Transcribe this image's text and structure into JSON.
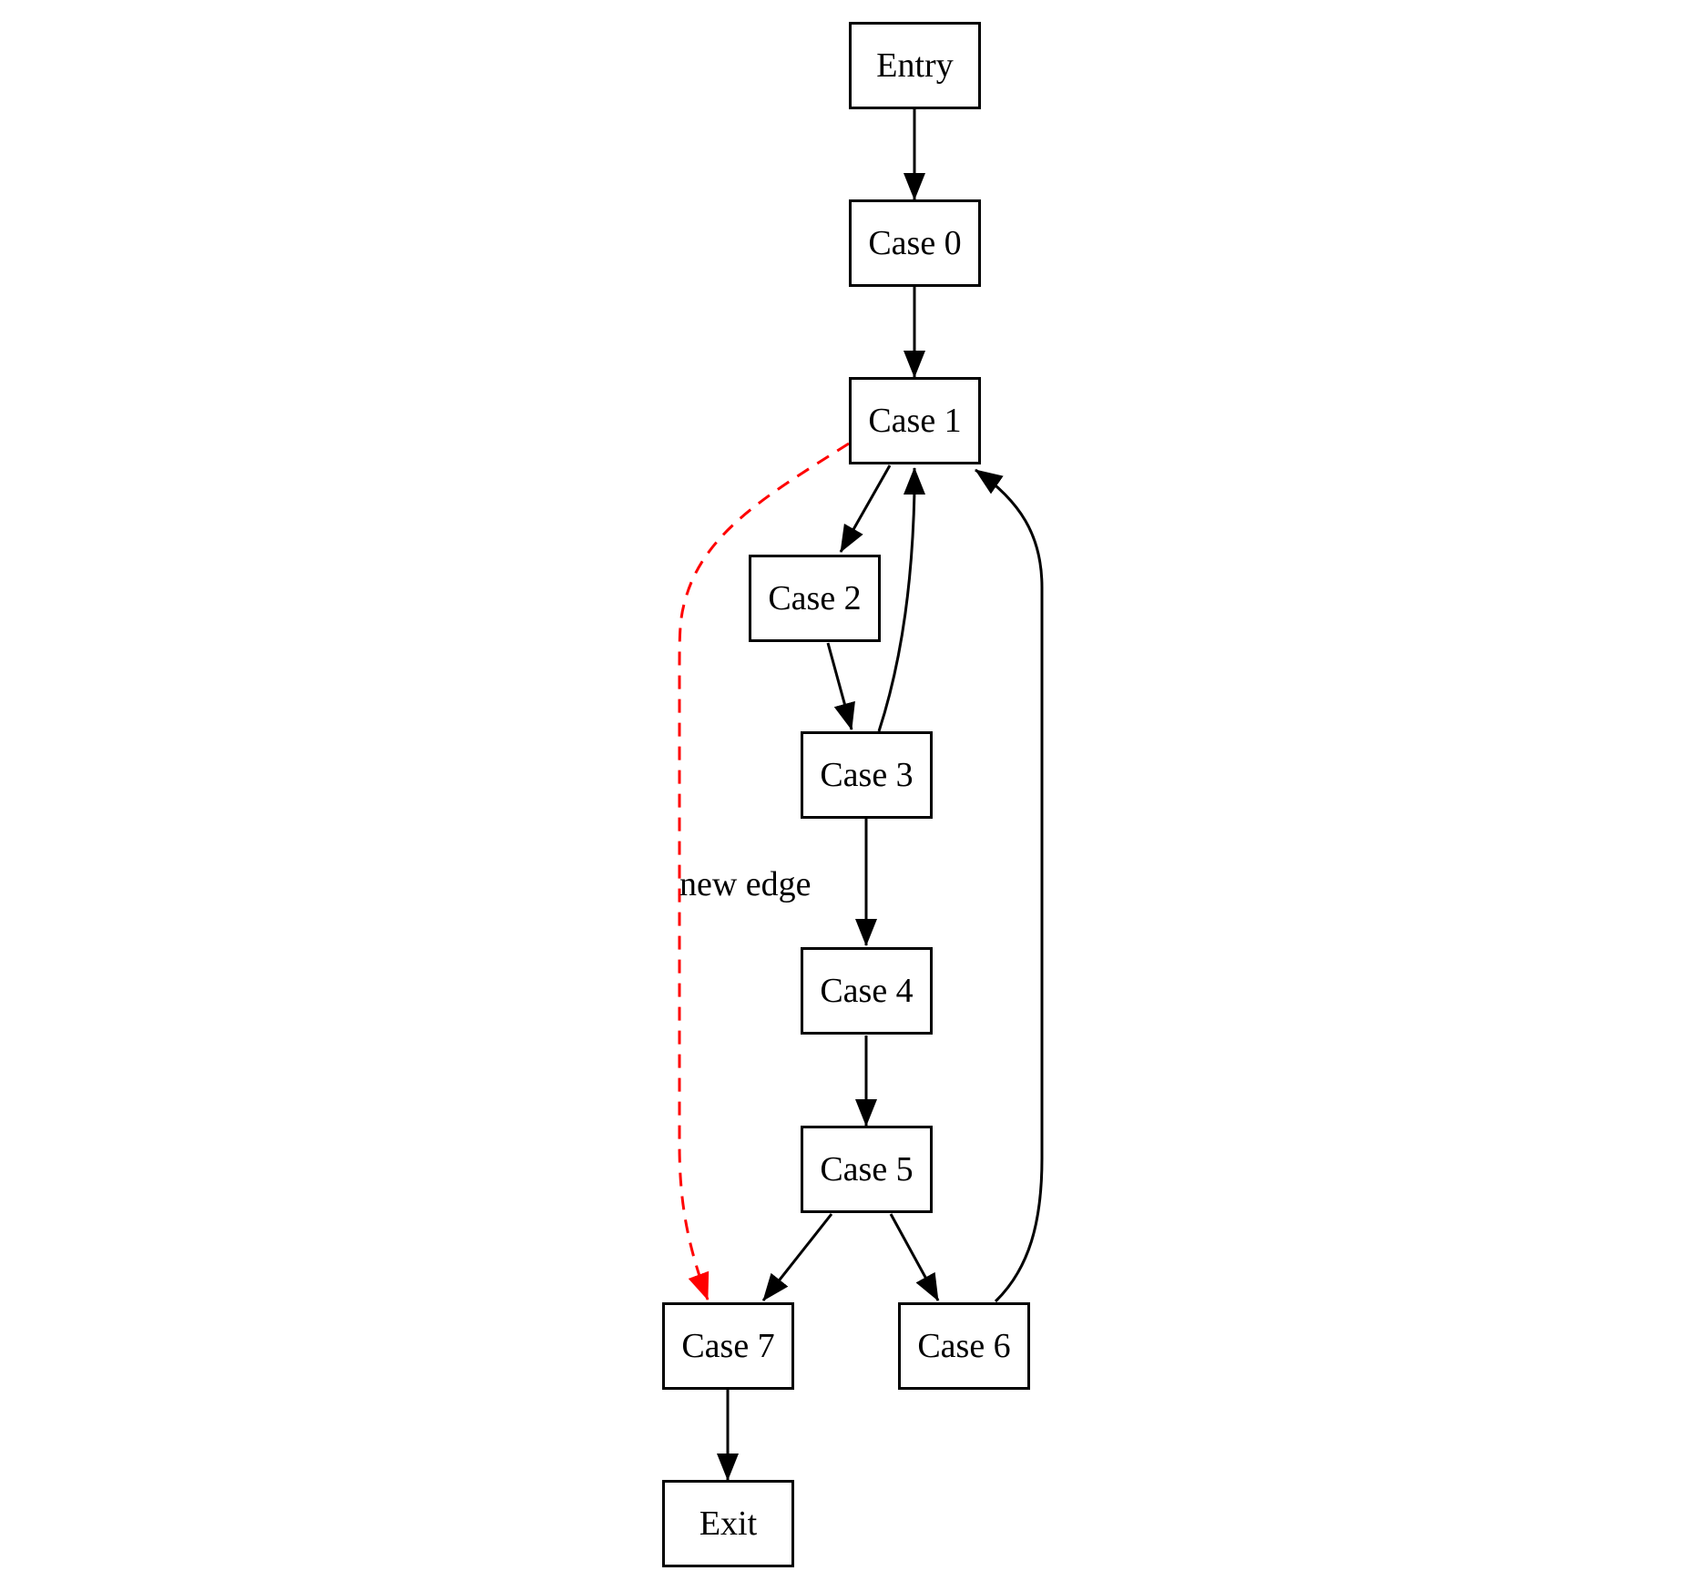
{
  "diagram": {
    "type": "control-flow-graph",
    "colors": {
      "background": "#ffffff",
      "node_border": "#000000",
      "node_fill": "#ffffff",
      "edge": "#000000",
      "highlight_edge": "#ff0000",
      "text": "#000000"
    },
    "nodes": [
      {
        "id": "entry",
        "label": "Entry"
      },
      {
        "id": "case0",
        "label": "Case 0"
      },
      {
        "id": "case1",
        "label": "Case 1"
      },
      {
        "id": "case2",
        "label": "Case 2"
      },
      {
        "id": "case3",
        "label": "Case 3"
      },
      {
        "id": "case4",
        "label": "Case 4"
      },
      {
        "id": "case5",
        "label": "Case 5"
      },
      {
        "id": "case6",
        "label": "Case 6"
      },
      {
        "id": "case7",
        "label": "Case 7"
      },
      {
        "id": "exit",
        "label": "Exit"
      }
    ],
    "edges": [
      {
        "from": "Entry",
        "to": "Case 0",
        "style": "solid",
        "color": "#000000",
        "label": ""
      },
      {
        "from": "Case 0",
        "to": "Case 1",
        "style": "solid",
        "color": "#000000",
        "label": ""
      },
      {
        "from": "Case 1",
        "to": "Case 2",
        "style": "solid",
        "color": "#000000",
        "label": ""
      },
      {
        "from": "Case 2",
        "to": "Case 3",
        "style": "solid",
        "color": "#000000",
        "label": ""
      },
      {
        "from": "Case 3",
        "to": "Case 1",
        "style": "solid",
        "color": "#000000",
        "label": ""
      },
      {
        "from": "Case 3",
        "to": "Case 4",
        "style": "solid",
        "color": "#000000",
        "label": ""
      },
      {
        "from": "Case 4",
        "to": "Case 5",
        "style": "solid",
        "color": "#000000",
        "label": ""
      },
      {
        "from": "Case 5",
        "to": "Case 7",
        "style": "solid",
        "color": "#000000",
        "label": ""
      },
      {
        "from": "Case 5",
        "to": "Case 6",
        "style": "solid",
        "color": "#000000",
        "label": ""
      },
      {
        "from": "Case 6",
        "to": "Case 1",
        "style": "solid",
        "color": "#000000",
        "label": ""
      },
      {
        "from": "Case 7",
        "to": "Exit",
        "style": "solid",
        "color": "#000000",
        "label": ""
      },
      {
        "from": "Case 1",
        "to": "Case 7",
        "style": "dashed",
        "color": "#ff0000",
        "label": "new edge"
      }
    ]
  }
}
